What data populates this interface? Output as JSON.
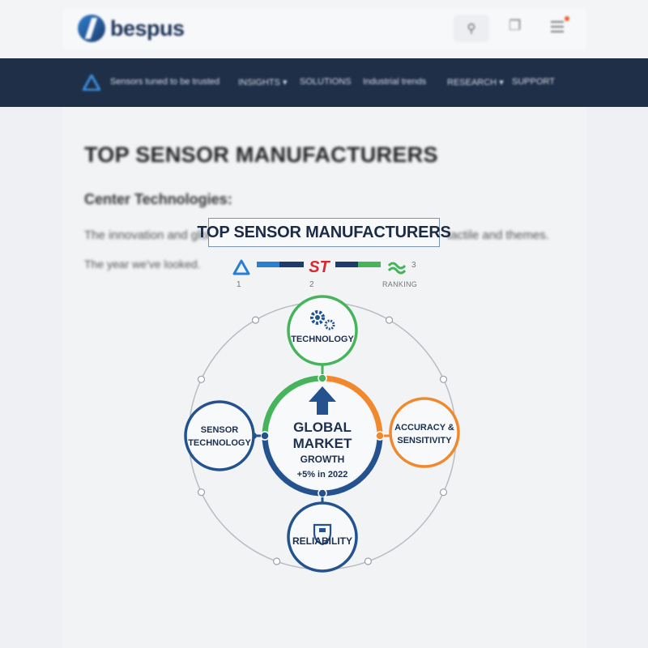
{
  "header": {
    "brand": "bespus",
    "search_icon": "search-icon",
    "bookmark_icon": "bookmark-icon",
    "menu_icon": "menu-icon"
  },
  "nav": {
    "items": [
      {
        "label": "Sensors tuned to be trusted",
        "has_dropdown": false
      },
      {
        "label": "INSIGHTS",
        "has_dropdown": true
      },
      {
        "label": "SOLUTIONS",
        "has_dropdown": false
      },
      {
        "label": "Industrial trends",
        "has_dropdown": false
      },
      {
        "label": "RESEARCH",
        "has_dropdown": true
      },
      {
        "label": "SUPPORT",
        "has_dropdown": false
      }
    ]
  },
  "article": {
    "title": "TOP SENSOR MANUFACTURERS",
    "subtitle": "Center Technologies:",
    "paragraph_1_start": "The innovation and global",
    "paragraph_1_end": "tactile and themes.",
    "paragraph_2": "The year we've looked."
  },
  "infographic": {
    "title": "TOP SENSOR MANUFACTURERS",
    "ranking": {
      "ranks": [
        "1",
        "2",
        "3"
      ],
      "label": "RANKING",
      "brand_2_mark": "ST"
    },
    "center": {
      "line1": "GLOBAL",
      "line2": "MARKET",
      "line3": "GROWTH",
      "stat": "+5% in 2022"
    },
    "nodes": {
      "top": "TECHNOLOGY",
      "left_line1": "SENSOR",
      "left_line2": "TECHNOLOGY",
      "right_line1": "ACCURACY &",
      "right_line2": "SENSITIVITY",
      "bottom": "RELIABILITY"
    },
    "colors": {
      "green": "#45b45a",
      "orange": "#f0892e",
      "navy": "#24528e",
      "blue": "#2a7fd0"
    }
  }
}
